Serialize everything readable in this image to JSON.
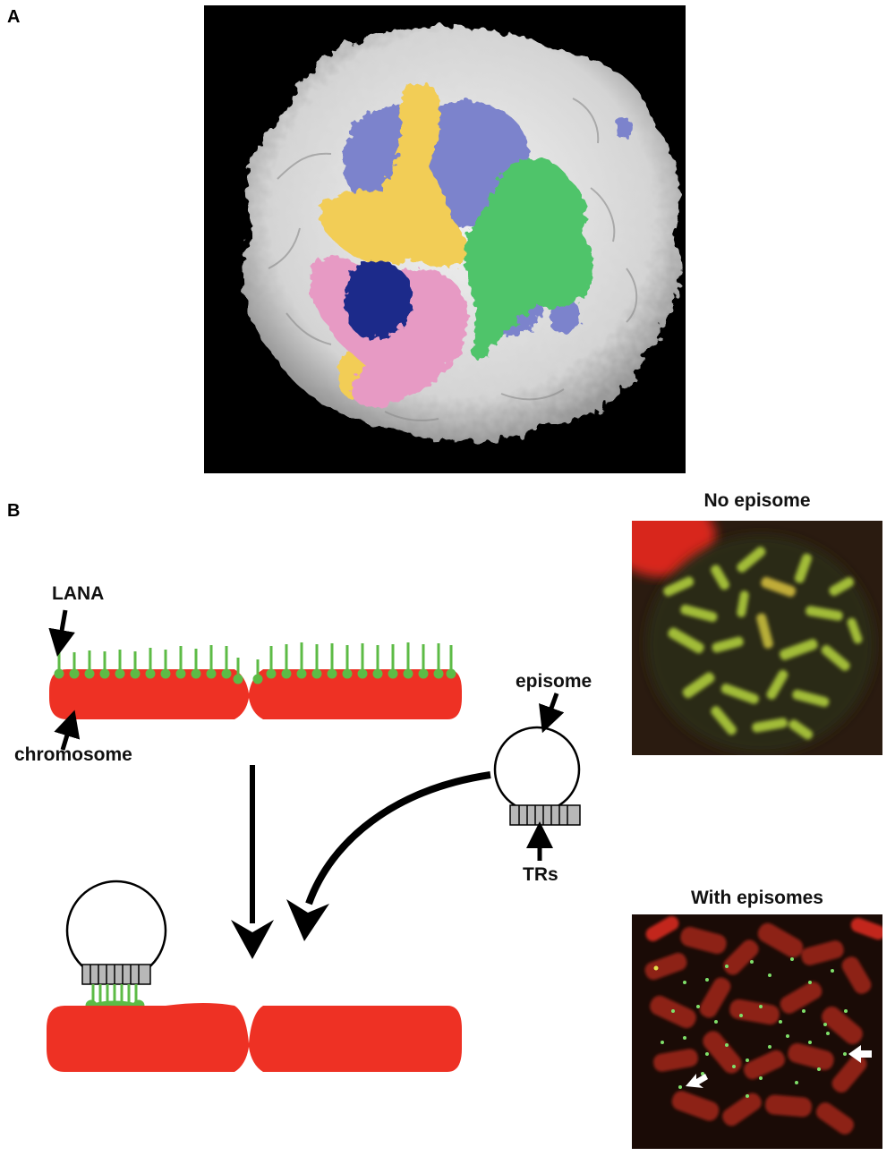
{
  "panels": {
    "a": {
      "letter": "A"
    },
    "b": {
      "letter": "B"
    }
  },
  "diagram": {
    "lana_label": "LANA",
    "chromosome_label": "chromosome",
    "episome_label": "episome",
    "trs_label": "TRs"
  },
  "micrographs": {
    "no_episome_title": "No episome",
    "with_episomes_title": "With episomes"
  },
  "colors": {
    "chromosome": "#ee3124",
    "lana": "#5dbb46",
    "tr_box": "#b8b8b8",
    "structure_bg": "#000000",
    "structure_white": "#d9d9d9",
    "structure_yellow": "#f2cd57",
    "structure_lavender": "#7b83cc",
    "structure_green": "#4fc46a",
    "structure_pink": "#e79ac4",
    "structure_navy": "#1c2a8a"
  }
}
